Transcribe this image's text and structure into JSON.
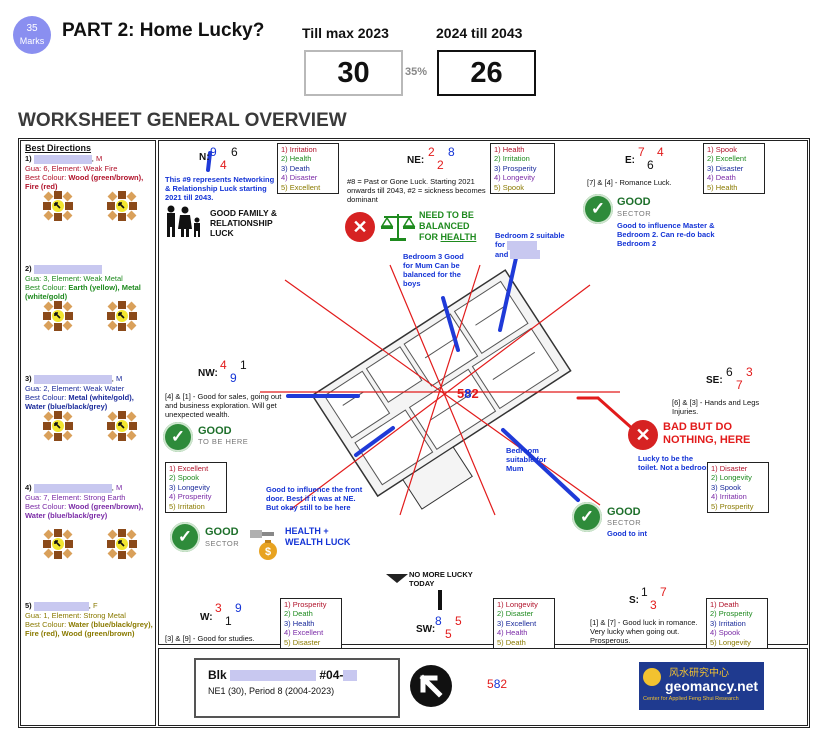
{
  "header": {
    "marks_number": "35",
    "marks_word": "Marks",
    "title": "PART 2:  Home Lucky?",
    "period_1_label": "Till max 2023",
    "period_2_label": "2024 till 2043",
    "score_1": "30",
    "score_2": "26",
    "change": "35%"
  },
  "section_title": "WORKSHEET GENERAL OVERVIEW",
  "best_directions": {
    "heading": "Best Directions",
    "persons": [
      {
        "index": "1)",
        "gender": "M",
        "gua_line": "Gua: 6, Element: Weak Fire",
        "colour_label": "Best Colour: ",
        "colour": "Wood (green/brown), Fire (red)"
      },
      {
        "index": "2)",
        "gender": "",
        "gua_line": "Gua: 3, Element: Weak Metal",
        "colour_label": "Best Colour: ",
        "colour": "Earth (yellow), Metal (white/gold)"
      },
      {
        "index": "3)",
        "gender": "M",
        "gua_line": "Gua: 2, Element: Weak Water",
        "colour_label": "Best Colour: ",
        "colour": "Metal (white/gold), Water (blue/black/grey)"
      },
      {
        "index": "4)",
        "gender": "M",
        "gua_line": "Gua: 7, Element: Strong Earth",
        "colour_label": "Best Colour: ",
        "colour": "Wood (green/brown), Water (blue/black/grey)"
      },
      {
        "index": "5)",
        "gender": "F",
        "gua_line": "Gua: 1, Element: Strong Metal",
        "colour_label": "Best Colour: ",
        "colour": "Water (blue/black/grey), Fire (red), Wood (green/brown)"
      }
    ]
  },
  "sectors": {
    "N": {
      "label": "N:",
      "stars": [
        "9",
        "6",
        "4"
      ],
      "list": [
        "1) Irritation",
        "2) Health",
        "3) Death",
        "4) Disaster",
        "5) Excellent"
      ],
      "note": "This #9 represents Networking & Relationship Luck starting 2021 till 2043.",
      "badge": "GOOD FAMILY & RELATIONSHIP LUCK"
    },
    "NE": {
      "label": "NE:",
      "stars": [
        "2",
        "8",
        "2"
      ],
      "list": [
        "1) Health",
        "2) Irritation",
        "3) Prosperity",
        "4) Longevity",
        "5) Spook"
      ],
      "note": "#8 = Past or Gone Luck. Starting 2021 onwards till 2043, #2 = sickness becomes dominant",
      "badge": "NEED TO BE BALANCED FOR",
      "badge_emph": "HEALTH",
      "bedroom2": "Bedroom 2 suitable for",
      "bedroom2_b": "and",
      "bedroom3": "Bedroom 3 Good for Mum Can be balanced for the boys"
    },
    "E": {
      "label": "E:",
      "stars": [
        "7",
        "4",
        "6"
      ],
      "list": [
        "1) Spook",
        "2) Excellent",
        "3) Disaster",
        "4) Death",
        "5) Health"
      ],
      "note": "[7] & [4] - Romance Luck.",
      "good": "GOOD",
      "sector": "SECTOR",
      "remark": "Good to influence Master & Bedroom 2. Can re-do back Bedroom 2"
    },
    "NW": {
      "label": "NW:",
      "stars": [
        "4",
        "1",
        "9"
      ],
      "list": [
        "1) Excellent",
        "2) Spook",
        "3) Longevity",
        "4) Prosperity",
        "5) Irritation"
      ],
      "note": "[4] & [1] - Good for sales, going out and business exploration. Will get unexpected wealth.",
      "good": "GOOD",
      "sector": "TO BE HERE"
    },
    "SE": {
      "label": "SE:",
      "stars": [
        "6",
        "3",
        "7"
      ],
      "list": [
        "1) Disaster",
        "2) Longevity",
        "3) Spook",
        "4) Irritation",
        "5) Prosperity"
      ],
      "note": "[6] & [3] - Hands and Legs Injuries.",
      "bad": "BAD BUT DO NOTHING, HERE",
      "remark": "Lucky to be the toilet. Not a bedroom"
    },
    "W": {
      "label": "W:",
      "stars": [
        "3",
        "9",
        "1"
      ],
      "list": [
        "1) Prosperity",
        "2) Death",
        "3) Health",
        "4) Excellent",
        "5) Disaster"
      ],
      "note": "[3] & [9] - Good for studies.",
      "good": "GOOD",
      "sector": "SECTOR",
      "remark": "Good to influence the front door. Best if it was at NE. But okay still to be here",
      "wealth": "HEALTH + WEALTH LUCK"
    },
    "SW": {
      "label": "SW:",
      "stars": [
        "8",
        "5",
        "5"
      ],
      "list": [
        "1) Longevity",
        "2) Disaster",
        "3) Excellent",
        "4) Health",
        "5) Death"
      ],
      "note": "NO MORE LUCKY TODAY",
      "bedroom": "Bedroom suitable for Mum"
    },
    "S": {
      "label": "S:",
      "stars": [
        "1",
        "7",
        "3"
      ],
      "list": [
        "1) Death",
        "2) Prosperity",
        "3) Irritation",
        "4) Spook",
        "5) Longevity"
      ],
      "note": "[1] & [7] - Good luck in romance. Very lucky when going out. Prosperous.",
      "good": "GOOD",
      "sector": "SECTOR",
      "remark": "Good to int"
    }
  },
  "center_stars": {
    "a": "5",
    "b": "8",
    "c": "2"
  },
  "footer": {
    "blk_label": "Blk",
    "unit": "#04-",
    "period": "NE1 (30), Period 8 (2004-2023)",
    "stars": {
      "a": "5",
      "b": "8",
      "c": "2"
    },
    "logo_chinese": "风水研究中心",
    "logo_name": "geomancy.net",
    "logo_sub": "Center for Applied Feng Shui Research"
  }
}
